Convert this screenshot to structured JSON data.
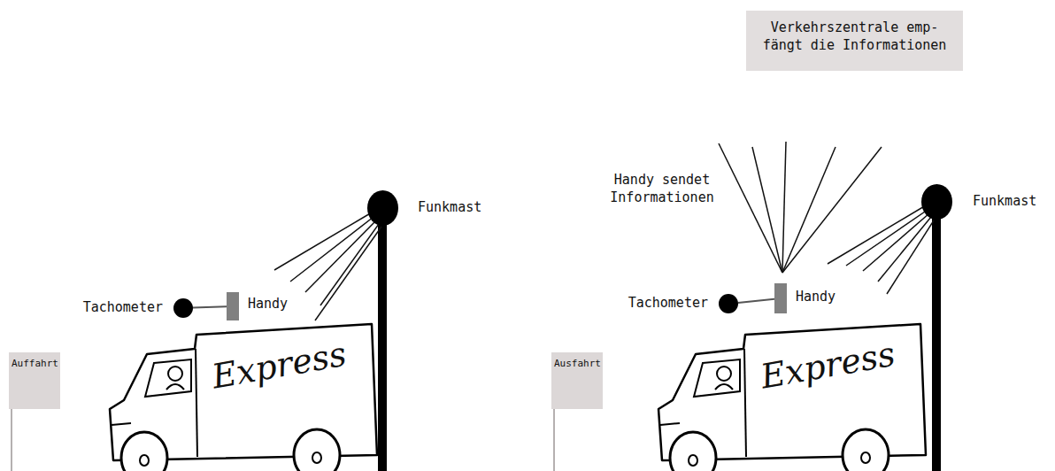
{
  "diagram": {
    "nodes": [
      {
        "text": [
          "Verkehrszentrale emp- fängt die Informationen"
        ]
      },
      {
        "text": [
          "Funkmast"
        ]
      },
      {
        "text": [
          "Tachometer"
        ]
      },
      {
        "text": [
          "Handy"
        ]
      },
      {
        "text": [
          "Auffahrt"
        ]
      },
      {
        "text": [
          "Express"
        ]
      },
      {
        "text": [
          "Funkmast"
        ]
      },
      {
        "text": [
          "Tachometer"
        ]
      },
      {
        "text": [
          "Handy"
        ]
      },
      {
        "text": [
          "Ausfahrt"
        ]
      },
      {
        "text": [
          "Express"
        ]
      }
    ],
    "edges": [
      {
        "from": 2,
        "to": 3,
        "arrow": "none"
      },
      {
        "from": 7,
        "to": 8,
        "arrow": "none"
      }
    ],
    "labels": [
      "Handy sendet Informationen"
    ]
  }
}
